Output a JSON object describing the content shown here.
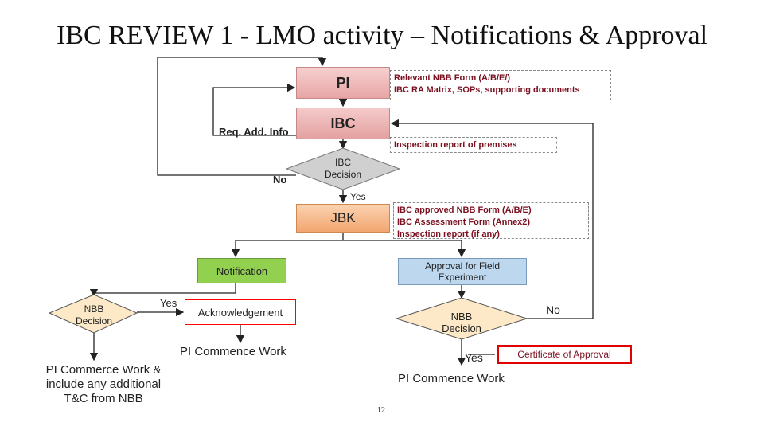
{
  "title": "IBC REVIEW  1 - LMO activity – Notifications & Approval",
  "nodes": {
    "pi": "PI",
    "ibc": "IBC",
    "ibc_decision": [
      "IBC",
      "Decision"
    ],
    "jbk": "JBK",
    "notification": "Notification",
    "approval": [
      "Approval for Field",
      "Experiment"
    ],
    "nbb_decision_left": [
      "NBB",
      "Decision"
    ],
    "acknowledgement": "Acknowledgement",
    "nbb_decision_right": [
      "NBB",
      "Decision"
    ],
    "pi_commence_work_mid": "PI Commence Work",
    "pi_commence_work_right": "PI Commence Work",
    "pi_commerce_work_left": [
      "PI Commerce Work &",
      "include any additional",
      "T&C from NBB"
    ]
  },
  "notes": {
    "pi_docs": [
      "Relevant NBB Form (A/B/E/)",
      "IBC RA Matrix, SOPs, supporting documents"
    ],
    "inspection": "Inspection report of premises",
    "jbk_docs": [
      "IBC approved NBB Form (A/B/E)",
      "IBC Assessment Form (Annex2)",
      "Inspection report (if any)"
    ]
  },
  "labels": {
    "req_add_info": "Req. Add. Info",
    "no_ibc": "No",
    "yes_ibc": "Yes",
    "yes_nbb_left": "Yes",
    "no_nbb_right": "No",
    "yes_nbb_right": "Yes",
    "certificate": "Certificate of Approval",
    "page_number": "12"
  },
  "colors": {
    "pi_fill": "#e8a5a5",
    "jbk_fill": "#f2a670",
    "notification_fill": "#92d050",
    "approval_fill": "#bdd7ee",
    "decision_fill": "#fde9c8",
    "note_text": "#7a1020",
    "highlight_border": "#e00000"
  }
}
